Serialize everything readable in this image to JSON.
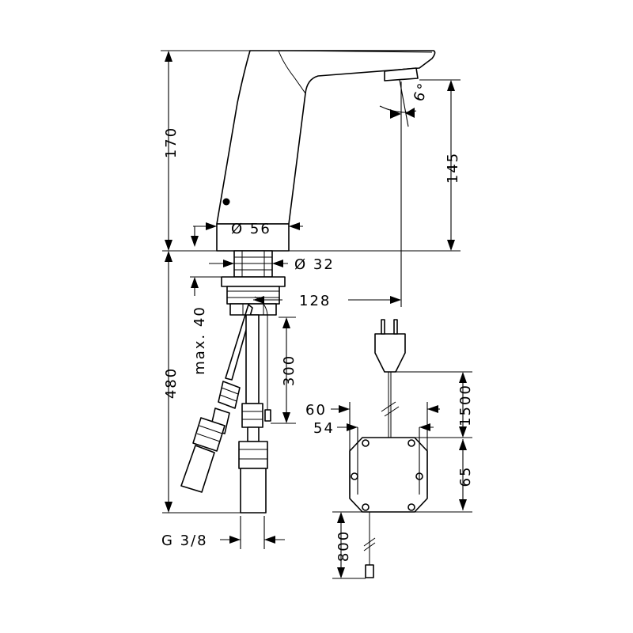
{
  "diagram": {
    "dimensions": {
      "total_height": "170",
      "outlet_height": "145",
      "outlet_angle": "6°",
      "base_diameter": "Ø 56",
      "shank_diameter": "Ø 32",
      "projection": "128",
      "max_thickness": "max. 40",
      "below_counter_length": "480",
      "cable_300": "300",
      "power_cord": "1500",
      "box_width_outer": "60",
      "box_width_inner": "54",
      "box_height": "65",
      "cable_800": "800",
      "connection_thread": "G 3/8"
    }
  }
}
